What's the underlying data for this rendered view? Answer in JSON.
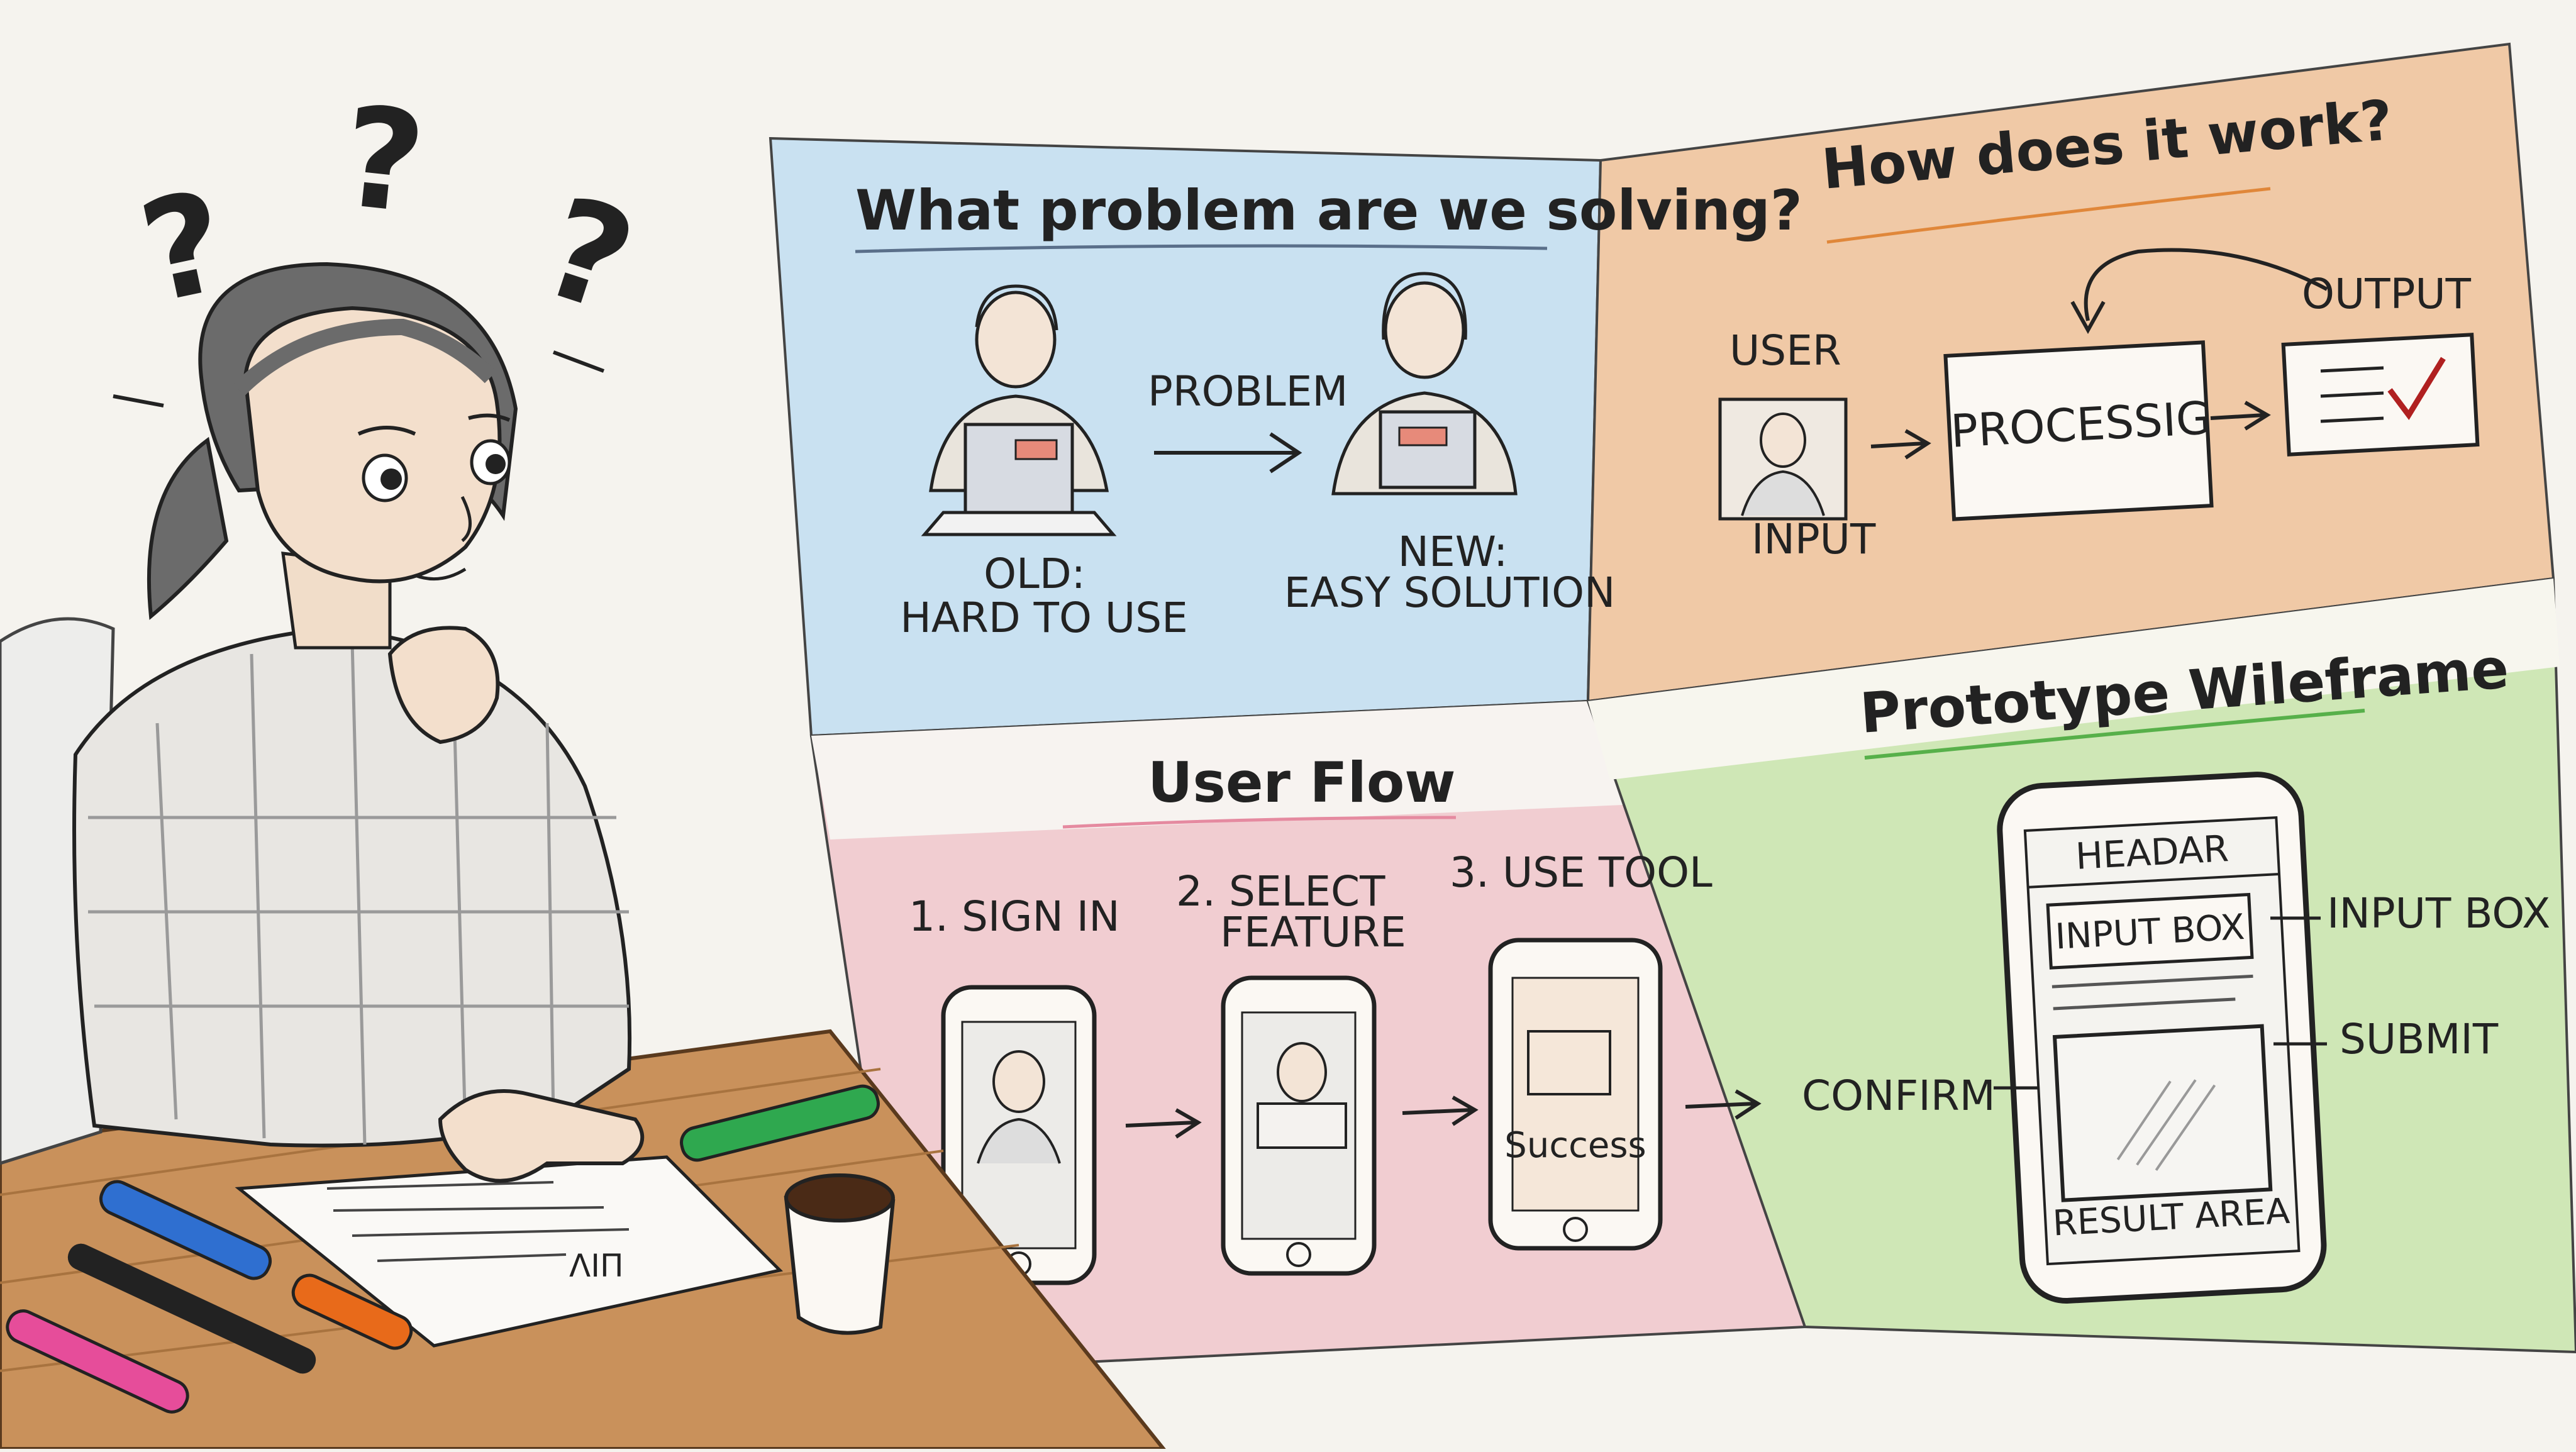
{
  "colors": {
    "paper": "#f5f3ee",
    "blue_panel": "#c9e1f1",
    "orange_panel": "#f0c9a6",
    "pink_panel": "#f1cdd1",
    "green_panel": "#cfe7b6",
    "ink": "#222222",
    "orange_underline": "#e0873a",
    "green_underline": "#57b04a",
    "blue_underline": "#5a6f8a",
    "table_wood": "#c9915b",
    "check_red": "#b02020"
  },
  "panels": {
    "problem": {
      "title": "What problem are we solving?",
      "arrow_label": "PROBLEM",
      "old_label_line1": "OLD:",
      "old_label_line2": "HARD TO USE",
      "new_label_line1": "NEW:",
      "new_label_line2": "EASY SOLUTION"
    },
    "how": {
      "title": "How does it work?",
      "user_label": "USER",
      "input_label": "INPUT",
      "processing_label": "PROCESSIG",
      "output_label": "OUTPUT"
    },
    "flow": {
      "title": "User Flow",
      "steps": [
        {
          "line1": "1. SIGN IN",
          "line2": ""
        },
        {
          "line1": "2. SELECT",
          "line2": "FEATURE"
        },
        {
          "line1": "3. USE TOOL",
          "line2": ""
        }
      ],
      "success_label": "Success"
    },
    "wireframe": {
      "title": "Prototype Wileframe",
      "header_label": "HEADAR",
      "input_box_label": "INPUT BOX",
      "input_box_callout": "INPUT BOX",
      "submit_callout": "SUBMIT",
      "confirm_callout": "CONFIRM",
      "result_area_label": "RESULT AREA"
    }
  },
  "scene": {
    "question_marks": [
      "?",
      "?",
      "?"
    ],
    "note_scribble": "ΛIΠ",
    "markers": [
      "blue-marker",
      "orange-marker",
      "pink-marker",
      "black-marker",
      "green-marker"
    ]
  }
}
